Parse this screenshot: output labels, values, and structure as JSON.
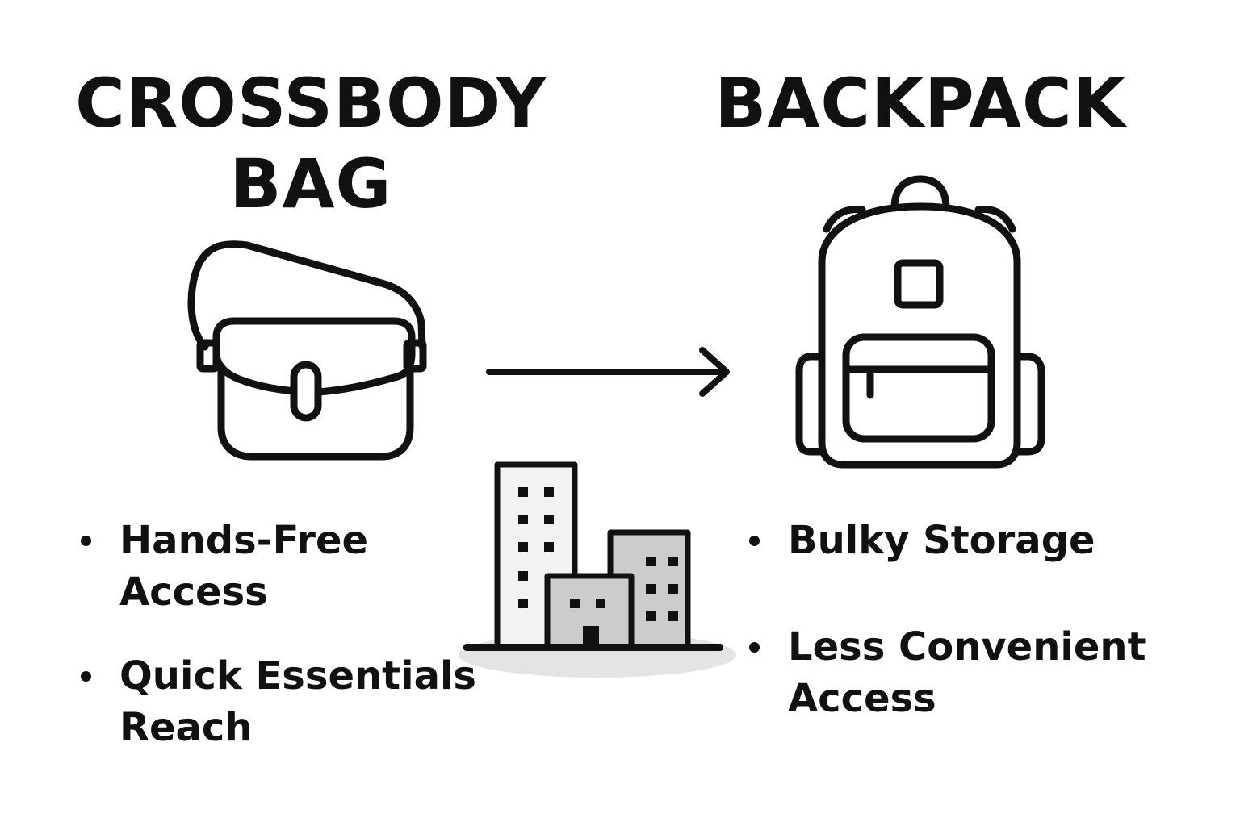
{
  "crossbody": {
    "title_lines": [
      "CROSSBODY",
      "BAG"
    ],
    "features": [
      {
        "lines": [
          "Hands-Free",
          "Access"
        ]
      },
      {
        "lines": [
          "Quick Essentials",
          "Reach"
        ]
      }
    ]
  },
  "backpack": {
    "title_lines": [
      "BACKPACK"
    ],
    "features": [
      {
        "lines": [
          "Bulky Storage"
        ]
      },
      {
        "lines": [
          "Less Convenient",
          "Access"
        ]
      }
    ]
  },
  "icons": {
    "left": "crossbody-bag-icon",
    "right": "backpack-icon",
    "center": "city-buildings-icon",
    "connector": "right-arrow-icon"
  },
  "colors": {
    "ink": "#111111",
    "building_light": "#f2f2f2",
    "building_mid": "#cccccc",
    "ground_shadow": "#e4e4e4"
  }
}
